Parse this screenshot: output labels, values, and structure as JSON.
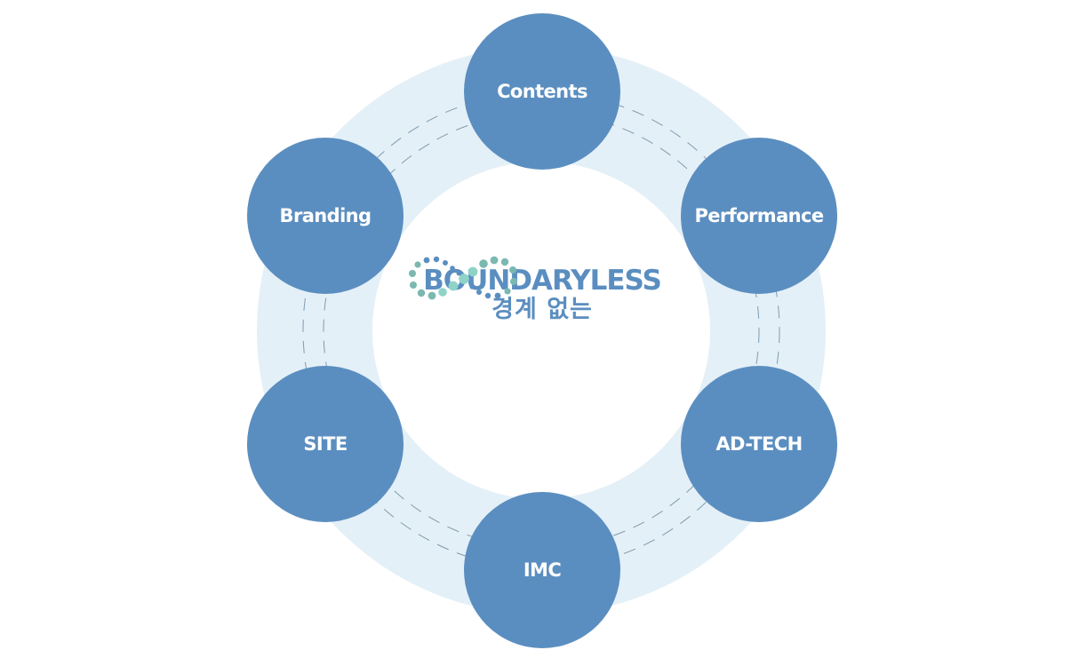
{
  "diagram": {
    "brand": {
      "name": "BOUNDARYLESS",
      "subtitle": "경계 없는"
    },
    "nodes": [
      {
        "id": "contents",
        "label": "Contents"
      },
      {
        "id": "performance",
        "label": "Performance"
      },
      {
        "id": "ad-tech",
        "label": "AD-TECH"
      },
      {
        "id": "imc",
        "label": "IMC"
      },
      {
        "id": "site",
        "label": "SITE"
      },
      {
        "id": "branding",
        "label": "Branding"
      }
    ]
  },
  "colors": {
    "node_fill": "#5b8ec0",
    "ring": "#e2eff6",
    "dash": "#5d7f9a",
    "brand_text": "#5b8ec0",
    "dot_teal": "#7bb8b0",
    "dot_blue": "#5b8ec0",
    "dot_mint": "#8fd3c7"
  },
  "icons": {
    "logo": "infinity-dots-icon"
  }
}
